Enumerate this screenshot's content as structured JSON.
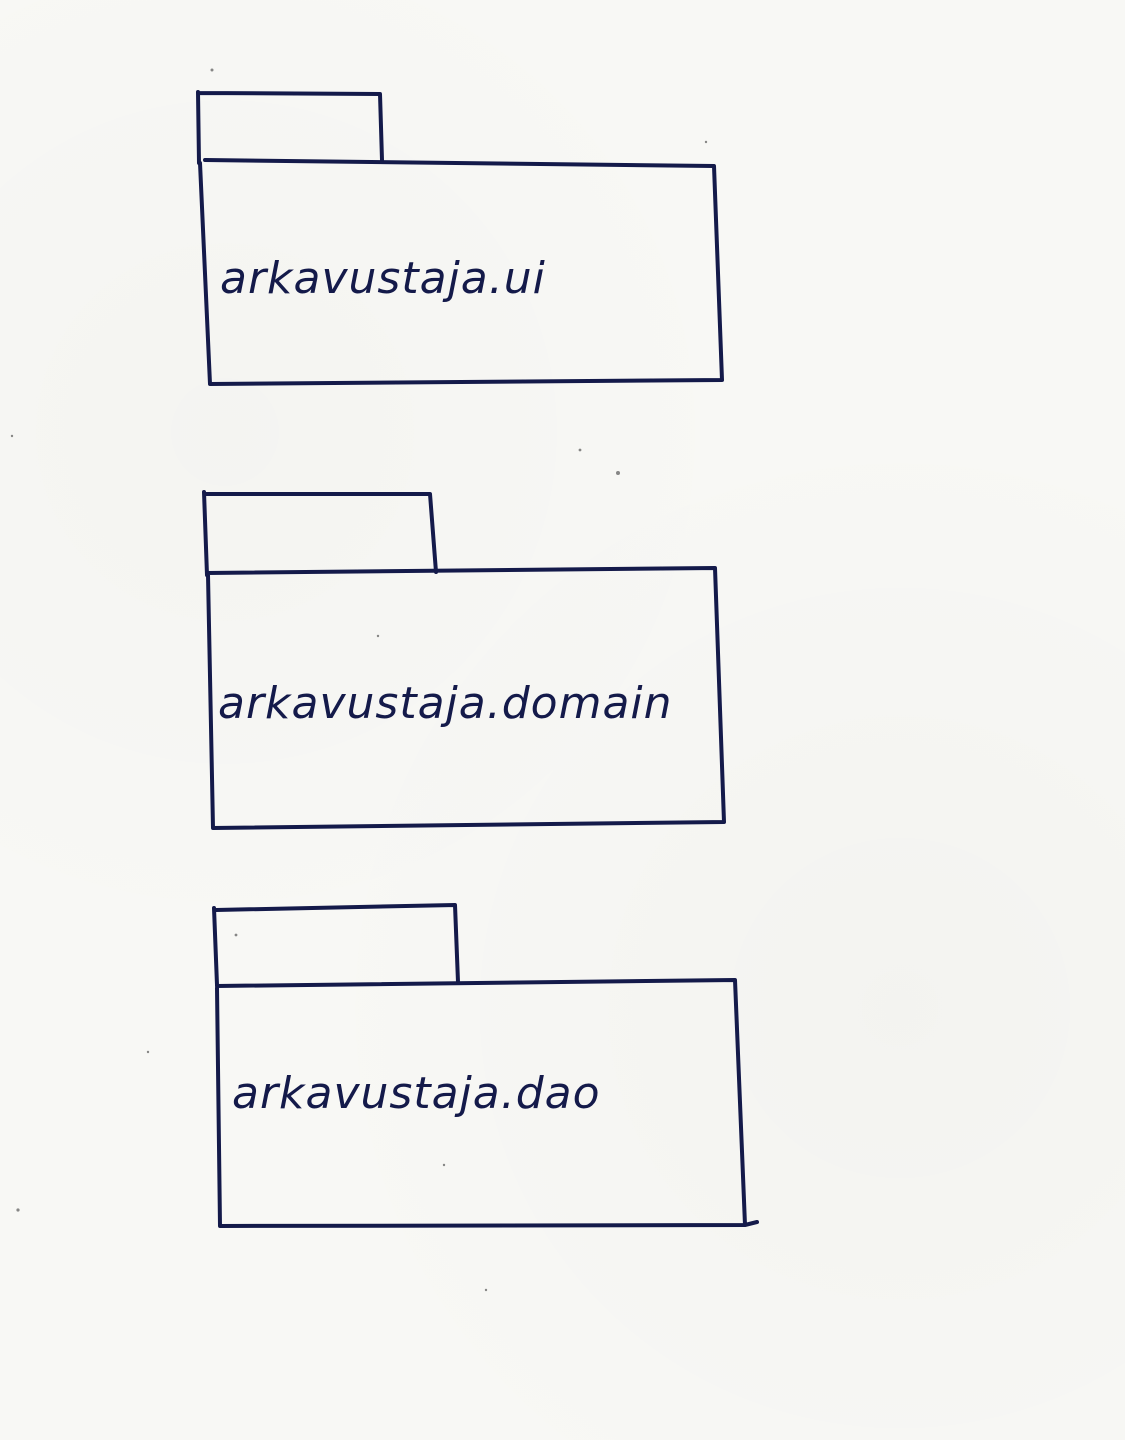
{
  "diagram": {
    "type": "uml-package-diagram",
    "packages": [
      {
        "label": "arkavustaja.ui"
      },
      {
        "label": "arkavustaja.domain"
      },
      {
        "label": "arkavustaja.dao"
      }
    ],
    "colors": {
      "ink": "#141a4a",
      "paper": "#f8f8f5"
    }
  }
}
